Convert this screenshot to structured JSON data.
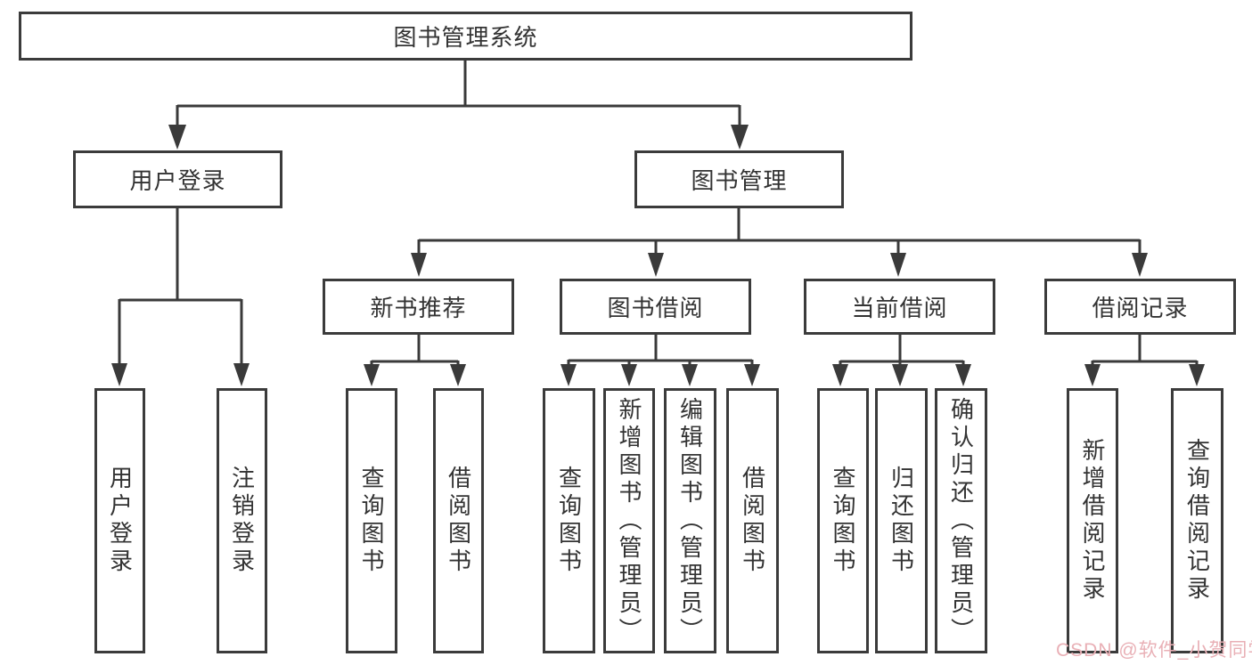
{
  "diagram": {
    "root": {
      "label": "图书管理系统"
    },
    "branches": [
      {
        "label": "用户登录",
        "children": [
          "用户登录",
          "注销登录"
        ]
      },
      {
        "label": "图书管理",
        "groups": [
          {
            "label": "新书推荐",
            "children": [
              "查询图书",
              "借阅图书"
            ]
          },
          {
            "label": "图书借阅",
            "children": [
              "查询图书",
              "新增图书（管理员）",
              "编辑图书（管理员）",
              "借阅图书"
            ]
          },
          {
            "label": "当前借阅",
            "children": [
              "查询图书",
              "归还图书",
              "确认归还（管理员）"
            ]
          },
          {
            "label": "借阅记录",
            "children": [
              "新增借阅记录",
              "查询借阅记录"
            ]
          }
        ]
      }
    ]
  },
  "watermark": {
    "text": "CSDN @软件_小贺同学",
    "color": "#e9b0b6"
  },
  "colors": {
    "line": "#3a3a3a",
    "box_border": "#3b3b3b",
    "text": "#333333",
    "background": "#ffffff"
  }
}
